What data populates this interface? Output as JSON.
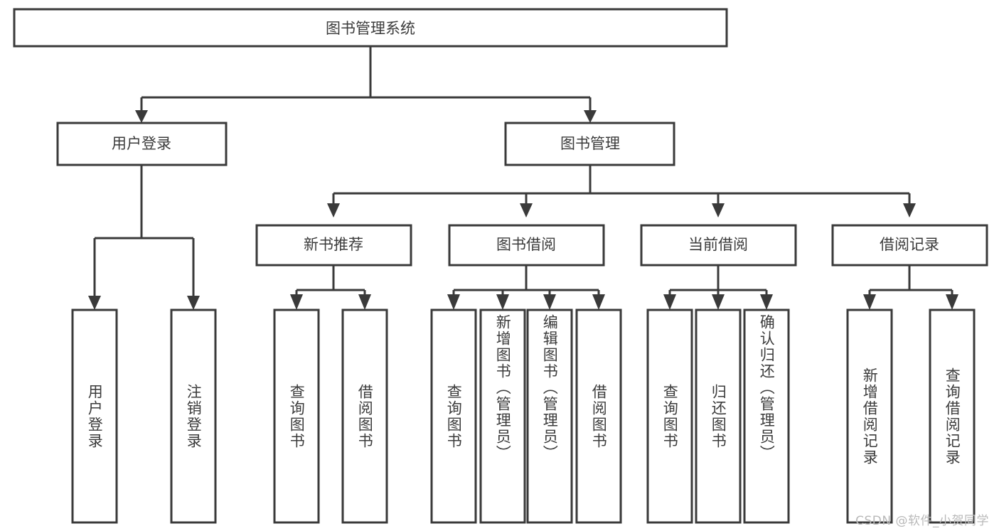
{
  "diagram": {
    "title": "图书管理系统",
    "type": "tree",
    "orientation": "top-down",
    "colors": {
      "box_stroke": "#3a3a3a",
      "box_fill": "#ffffff",
      "text": "#3b3b3b",
      "connector": "#3a3a3a",
      "background": "#ffffff",
      "watermark": "#b9b9b9"
    },
    "root": {
      "label": "图书管理系统",
      "children": [
        {
          "label": "用户登录",
          "children": [
            {
              "label": "用户登录"
            },
            {
              "label": "注销登录"
            }
          ]
        },
        {
          "label": "图书管理",
          "children": [
            {
              "label": "新书推荐",
              "children": [
                {
                  "label": "查询图书"
                },
                {
                  "label": "借阅图书"
                }
              ]
            },
            {
              "label": "图书借阅",
              "children": [
                {
                  "label": "查询图书"
                },
                {
                  "label": "新增图书（管理员）"
                },
                {
                  "label": "编辑图书（管理员）"
                },
                {
                  "label": "借阅图书"
                }
              ]
            },
            {
              "label": "当前借阅",
              "children": [
                {
                  "label": "查询图书"
                },
                {
                  "label": "归还图书"
                },
                {
                  "label": "确认归还（管理员）"
                }
              ]
            },
            {
              "label": "借阅记录",
              "children": [
                {
                  "label": "新增借阅记录"
                },
                {
                  "label": "查询借阅记录"
                }
              ]
            }
          ]
        }
      ]
    },
    "nodes": {
      "root": {
        "label": "图书管理系统"
      },
      "level2": [
        {
          "label": "用户登录"
        },
        {
          "label": "图书管理"
        }
      ],
      "level3": [
        {
          "label": "新书推荐"
        },
        {
          "label": "图书借阅"
        },
        {
          "label": "当前借阅"
        },
        {
          "label": "借阅记录"
        }
      ],
      "leaves": [
        {
          "label": "用户登录"
        },
        {
          "label": "注销登录"
        },
        {
          "label": "查询图书"
        },
        {
          "label": "借阅图书"
        },
        {
          "label": "查询图书"
        },
        {
          "label": "新增图书（管理员）"
        },
        {
          "label": "编辑图书（管理员）"
        },
        {
          "label": "借阅图书"
        },
        {
          "label": "查询图书"
        },
        {
          "label": "归还图书"
        },
        {
          "label": "确认归还（管理员）"
        },
        {
          "label": "新增借阅记录"
        },
        {
          "label": "查询借阅记录"
        }
      ]
    }
  },
  "watermark": {
    "text": "CSDN @软件_小贺同学"
  }
}
